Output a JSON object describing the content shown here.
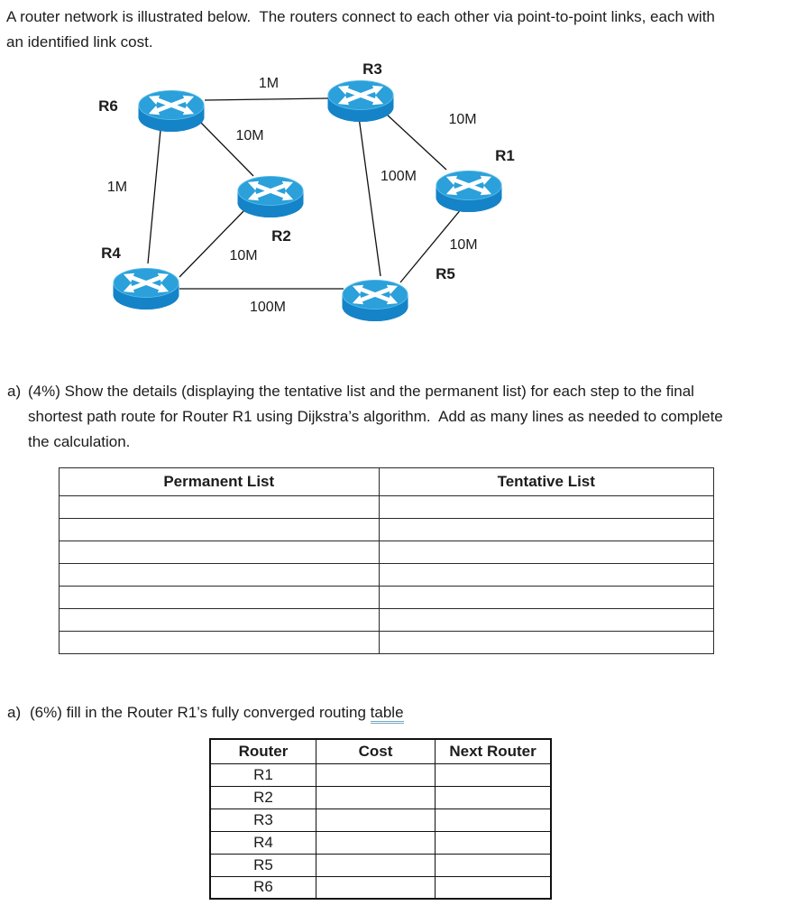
{
  "intro": {
    "lines": [
      "A router network is illustrated below.  The routers connect to each other via point-to-point links, each with",
      "an identified link cost."
    ]
  },
  "diagram": {
    "routers": [
      {
        "id": "R1",
        "label": "R1",
        "icon": "router-icon"
      },
      {
        "id": "R2",
        "label": "R2",
        "icon": "router-icon"
      },
      {
        "id": "R3",
        "label": "R3",
        "icon": "router-icon"
      },
      {
        "id": "R4",
        "label": "R4",
        "icon": "router-icon"
      },
      {
        "id": "R5",
        "label": "R5",
        "icon": "router-icon"
      },
      {
        "id": "R6",
        "label": "R6",
        "icon": "router-icon"
      }
    ],
    "links": [
      {
        "from": "R6",
        "to": "R3",
        "cost": "1M"
      },
      {
        "from": "R6",
        "to": "R2",
        "cost": "10M"
      },
      {
        "from": "R6",
        "to": "R4",
        "cost": "1M"
      },
      {
        "from": "R4",
        "to": "R2",
        "cost": "10M"
      },
      {
        "from": "R4",
        "to": "R5",
        "cost": "100M"
      },
      {
        "from": "R3",
        "to": "R5",
        "cost": "100M"
      },
      {
        "from": "R3",
        "to": "R1",
        "cost": "10M"
      },
      {
        "from": "R1",
        "to": "R5",
        "cost": "10M"
      }
    ]
  },
  "question_a1": {
    "marker": "a)",
    "lines": [
      "(4%) Show the details (displaying the tentative list and the permanent list) for each step to the final",
      "shortest path route for Router R1 using Dijkstra’s algorithm.  Add as many lines as needed to complete",
      "the calculation."
    ]
  },
  "dijkstra_table": {
    "headers": [
      "Permanent List",
      "Tentative List"
    ],
    "empty_row_count": 7
  },
  "question_a2": {
    "marker": "a)",
    "text_before": "(6%) fill in the Router R1’s fully converged routing ",
    "underlined_word": "table"
  },
  "routing_table": {
    "headers": [
      "Router",
      "Cost",
      "Next Router"
    ],
    "rows": [
      {
        "router": "R1",
        "cost": "",
        "next_router": ""
      },
      {
        "router": "R2",
        "cost": "",
        "next_router": ""
      },
      {
        "router": "R3",
        "cost": "",
        "next_router": ""
      },
      {
        "router": "R4",
        "cost": "",
        "next_router": ""
      },
      {
        "router": "R5",
        "cost": "",
        "next_router": ""
      },
      {
        "router": "R6",
        "cost": "",
        "next_router": ""
      }
    ]
  },
  "colors": {
    "router_top": "#2ba0da",
    "router_body": "#1583c8",
    "router_bottom": "#0d6fae",
    "router_highlight": "#5fc0e8",
    "link_line": "#111111",
    "grammar_underline": "#74a7c0"
  }
}
